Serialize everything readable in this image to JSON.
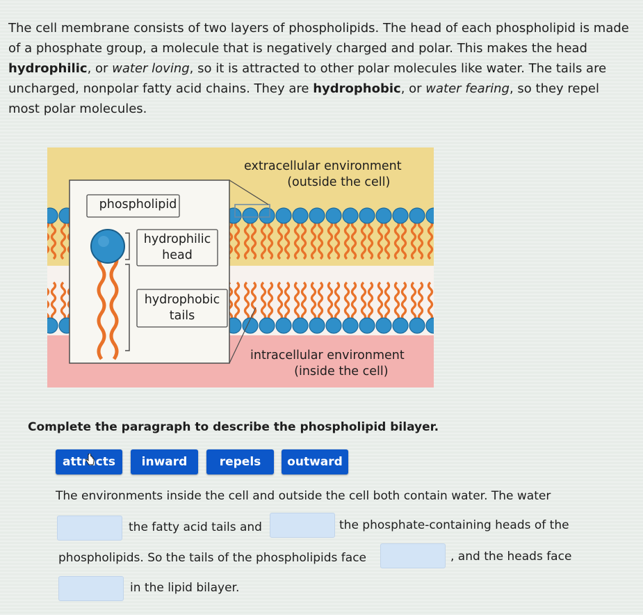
{
  "intro": {
    "s1": "The cell membrane consists of two layers of phospholipids. The head of each phospholipid is made of a phosphate group, a molecule that is negatively charged and polar. This makes the head ",
    "b1": "hydrophilic",
    "s2": ", or ",
    "i1": "water loving",
    "s3": ", so it is attracted to other polar molecules like water. The tails are uncharged, nonpolar fatty acid chains. They are ",
    "b2": "hydrophobic",
    "s4": ", or ",
    "i2": "water fearing",
    "s5": ", so they repel most polar molecules."
  },
  "figure": {
    "extracellular_line1": "extracellular environment",
    "extracellular_line2": "(outside the cell)",
    "intracellular_line1": "intracellular environment",
    "intracellular_line2": "(inside the cell)",
    "phospholipid_label": "phospholipid",
    "head_label_line1": "hydrophilic",
    "head_label_line2": "head",
    "tails_label_line1": "hydrophobic",
    "tails_label_line2": "tails",
    "colors": {
      "extracellular": "#efd98e",
      "intracellular": "#f3b2b0",
      "head": "#2f8fc9",
      "tail": "#e8722a"
    }
  },
  "prompt": "Complete the paragraph to describe the phospholipid bilayer.",
  "choices": [
    "attracts",
    "inward",
    "repels",
    "outward"
  ],
  "paragraph": {
    "line1": "The environments inside the cell and outside the cell both contain water. The water",
    "seg1": "the fatty acid tails and",
    "seg2": "the phosphate-containing heads of the",
    "seg3": "phospholipids. So the tails of the phospholipids face",
    "seg4": ", and the heads face",
    "seg5": "in the lipid bilayer."
  }
}
